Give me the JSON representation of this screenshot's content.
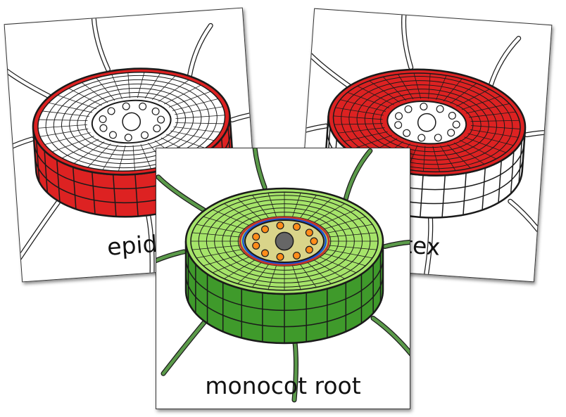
{
  "cards": [
    {
      "id": "left",
      "label": "epide",
      "colors": {
        "highlight": "#dd2222",
        "outer": "#dd2222",
        "cortex": "#ffffff",
        "stele": "#ffffff",
        "dots": "#ffffff",
        "center": "#ffffff",
        "hairs": "#ffffff"
      }
    },
    {
      "id": "right",
      "label": "rtex",
      "colors": {
        "outer": "#ffffff",
        "cortex": "#dd2222",
        "stele": "#ffffff",
        "dots": "#ffffff",
        "center": "#ffffff",
        "hairs": "#ffffff"
      }
    },
    {
      "id": "front",
      "label": "monocot root",
      "colors": {
        "outer": "#3f9a2b",
        "cortex": "#a6e46a",
        "stele": "#d9d48a",
        "dots": "#ff8c1a",
        "center": "#666666",
        "hairs": "#5b9a4a",
        "ring_blue": "#1a4fd6",
        "ring_red": "#c4362a"
      }
    }
  ]
}
